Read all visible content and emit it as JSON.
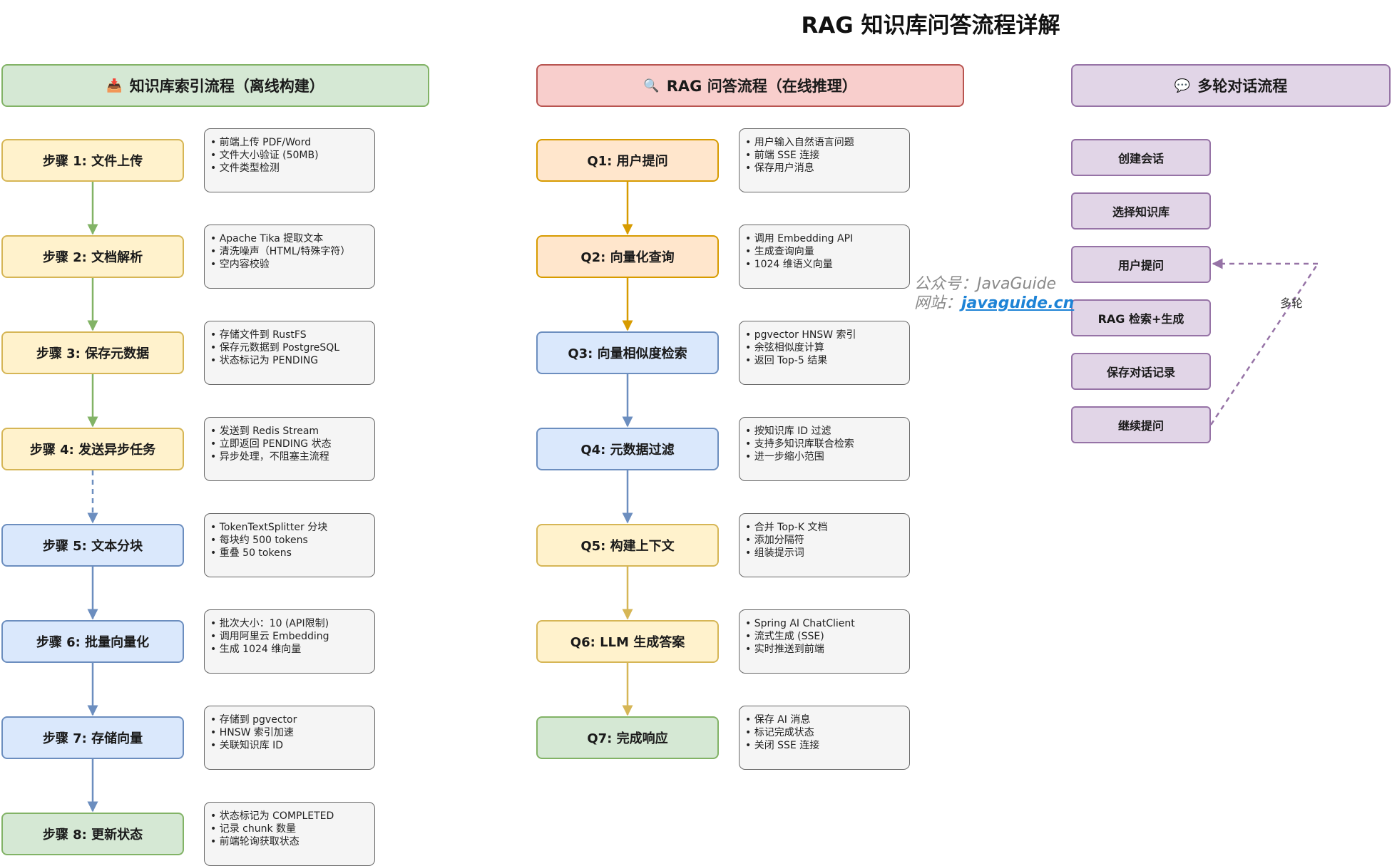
{
  "title": "RAG 知识库问答流程详解",
  "columns": {
    "index": {
      "icon": "inbox-tray-icon",
      "title": "知识库索引流程（离线构建）",
      "steps": [
        {
          "label": "步骤 1: 文件上传",
          "color": "#fff2cc",
          "notes": [
            "• 前端上传 PDF/Word",
            "• 文件大小验证 (50MB)",
            "• 文件类型检测"
          ]
        },
        {
          "label": "步骤 2: 文档解析",
          "color": "#fff2cc",
          "notes": [
            "• Apache Tika 提取文本",
            "• 清洗噪声（HTML/特殊字符）",
            "• 空内容校验"
          ]
        },
        {
          "label": "步骤 3: 保存元数据",
          "color": "#fff2cc",
          "notes": [
            "• 存储文件到 RustFS",
            "• 保存元数据到 PostgreSQL",
            "• 状态标记为 PENDING"
          ]
        },
        {
          "label": "步骤 4: 发送异步任务",
          "color": "#fff2cc",
          "notes": [
            "• 发送到 Redis Stream",
            "• 立即返回 PENDING 状态",
            "• 异步处理，不阻塞主流程"
          ]
        },
        {
          "label": "步骤 5: 文本分块",
          "color": "#dae8fc",
          "notes": [
            "• TokenTextSplitter 分块",
            "• 每块约 500 tokens",
            "• 重叠 50 tokens"
          ]
        },
        {
          "label": "步骤 6: 批量向量化",
          "color": "#dae8fc",
          "notes": [
            "• 批次大小：10 (API限制)",
            "• 调用阿里云 Embedding",
            "• 生成 1024 维向量"
          ]
        },
        {
          "label": "步骤 7: 存储向量",
          "color": "#dae8fc",
          "notes": [
            "• 存储到 pgvector",
            "• HNSW 索引加速",
            "• 关联知识库 ID"
          ]
        },
        {
          "label": "步骤 8: 更新状态",
          "color": "#d5e8d4",
          "notes": [
            "• 状态标记为 COMPLETED",
            "• 记录 chunk 数量",
            "• 前端轮询获取状态"
          ]
        }
      ]
    },
    "qa": {
      "icon": "magnifier-icon",
      "title": "RAG 问答流程（在线推理）",
      "steps": [
        {
          "label": "Q1: 用户提问",
          "color": "#ffe6cc",
          "notes": [
            "• 用户输入自然语言问题",
            "• 前端 SSE 连接",
            "• 保存用户消息"
          ]
        },
        {
          "label": "Q2: 向量化查询",
          "color": "#ffe6cc",
          "notes": [
            "• 调用 Embedding API",
            "• 生成查询向量",
            "• 1024 维语义向量"
          ]
        },
        {
          "label": "Q3: 向量相似度检索",
          "color": "#dae8fc",
          "notes": [
            "• pgvector HNSW 索引",
            "• 余弦相似度计算",
            "• 返回 Top-5 结果"
          ]
        },
        {
          "label": "Q4: 元数据过滤",
          "color": "#dae8fc",
          "notes": [
            "• 按知识库 ID 过滤",
            "• 支持多知识库联合检索",
            "• 进一步缩小范围"
          ]
        },
        {
          "label": "Q5: 构建上下文",
          "color": "#fff2cc",
          "notes": [
            "• 合并 Top-K 文档",
            "• 添加分隔符",
            "• 组装提示词"
          ]
        },
        {
          "label": "Q6: LLM 生成答案",
          "color": "#fff2cc",
          "notes": [
            "• Spring AI ChatClient",
            "• 流式生成 (SSE)",
            "• 实时推送到前端"
          ]
        },
        {
          "label": "Q7: 完成响应",
          "color": "#d5e8d4",
          "notes": [
            "• 保存 AI 消息",
            "• 标记完成状态",
            "• 关闭 SSE 连接"
          ]
        }
      ]
    },
    "multi": {
      "icon": "speech-bubble-icon",
      "title": "多轮对话流程",
      "steps": [
        "创建会话",
        "选择知识库",
        "用户提问",
        "RAG 检索+生成",
        "保存对话记录",
        "继续提问"
      ],
      "loop_label": "多轮"
    }
  },
  "watermark": {
    "line1": "公众号：JavaGuide",
    "line2_prefix": "网站：",
    "line2_link": "javaguide.cn"
  },
  "colors": {
    "green_arrow": "#82b366",
    "blue_arrow": "#6c8ebf",
    "orange_arrow": "#d79b00",
    "yellow_arrow": "#d6b656",
    "purple_loop": "#9673a6"
  }
}
